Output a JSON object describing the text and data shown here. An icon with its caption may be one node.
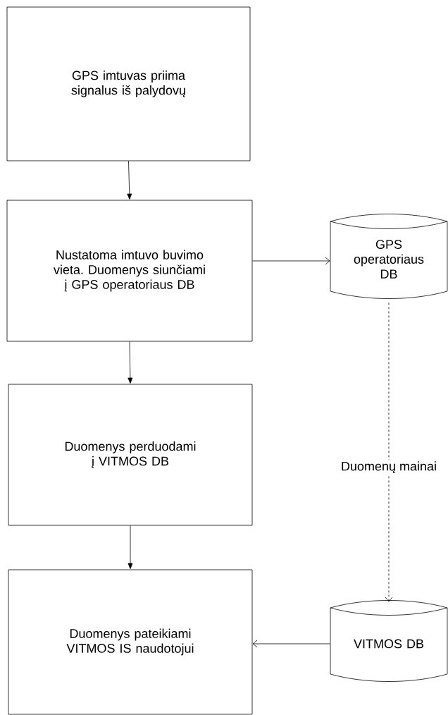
{
  "diagram": {
    "nodes": [
      {
        "text": [
          "GPS imtuvas priima signalus iš palydovų"
        ]
      },
      {
        "text": [
          "Nustatoma imtuvo buvimo vieta. Duomenys siunčiami į GPS operatoriaus DB"
        ]
      },
      {
        "text": [
          "Duomenys perduodami į VITMOS DB"
        ]
      },
      {
        "text": [
          "Duomenys pateikiami VITMOS IS naudotojui"
        ]
      },
      {
        "text": [
          "GPS operatoriaus DB"
        ]
      },
      {
        "text": [
          "VITMOS DB"
        ]
      }
    ],
    "edges": [
      {
        "from": 0,
        "to": 1,
        "arrow": "to"
      },
      {
        "from": 1,
        "to": 2,
        "arrow": "to"
      },
      {
        "from": 2,
        "to": 3,
        "arrow": "to"
      },
      {
        "from": 1,
        "to": 4,
        "arrow": "to"
      },
      {
        "from": 4,
        "to": 5,
        "arrow": "to",
        "label": "Duomenų mainai",
        "style": "dashed"
      },
      {
        "from": 5,
        "to": 3,
        "arrow": "to"
      }
    ]
  }
}
